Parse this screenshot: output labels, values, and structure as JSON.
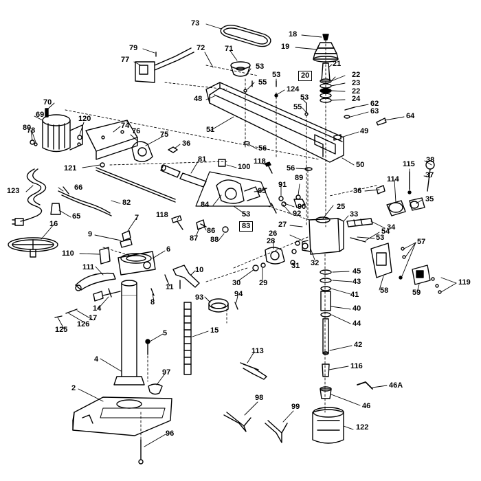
{
  "labels": [
    {
      "id": "p73",
      "text": "73"
    },
    {
      "id": "p18",
      "text": "18"
    },
    {
      "id": "p19",
      "text": "19"
    },
    {
      "id": "p79",
      "text": "79"
    },
    {
      "id": "p72",
      "text": "72"
    },
    {
      "id": "p71",
      "text": "71"
    },
    {
      "id": "p77",
      "text": "77"
    },
    {
      "id": "p53a",
      "text": "53"
    },
    {
      "id": "p55a",
      "text": "55"
    },
    {
      "id": "p53b",
      "text": "53"
    },
    {
      "id": "p21",
      "text": "21"
    },
    {
      "id": "p20",
      "text": "20"
    },
    {
      "id": "p22a",
      "text": "22"
    },
    {
      "id": "p23",
      "text": "23"
    },
    {
      "id": "p22b",
      "text": "22"
    },
    {
      "id": "p24",
      "text": "24"
    },
    {
      "id": "p124",
      "text": "124"
    },
    {
      "id": "p53c",
      "text": "53"
    },
    {
      "id": "p55b",
      "text": "55"
    },
    {
      "id": "p62",
      "text": "62"
    },
    {
      "id": "p63",
      "text": "63"
    },
    {
      "id": "p64",
      "text": "64"
    },
    {
      "id": "p70",
      "text": "70"
    },
    {
      "id": "p48",
      "text": "48"
    },
    {
      "id": "p69",
      "text": "69"
    },
    {
      "id": "p120",
      "text": "120"
    },
    {
      "id": "p51",
      "text": "51"
    },
    {
      "id": "p49",
      "text": "49"
    },
    {
      "id": "p78",
      "text": "78"
    },
    {
      "id": "p80",
      "text": "80"
    },
    {
      "id": "p74",
      "text": "74"
    },
    {
      "id": "p76",
      "text": "76"
    },
    {
      "id": "p75",
      "text": "75"
    },
    {
      "id": "p36a",
      "text": "36"
    },
    {
      "id": "p56a",
      "text": "56"
    },
    {
      "id": "p50",
      "text": "50"
    },
    {
      "id": "p38",
      "text": "38"
    },
    {
      "id": "p118a",
      "text": "118"
    },
    {
      "id": "p115",
      "text": "115"
    },
    {
      "id": "p121",
      "text": "121"
    },
    {
      "id": "p81",
      "text": "81"
    },
    {
      "id": "p100",
      "text": "100"
    },
    {
      "id": "p56b",
      "text": "56"
    },
    {
      "id": "p37",
      "text": "37"
    },
    {
      "id": "p89",
      "text": "89"
    },
    {
      "id": "p114",
      "text": "114"
    },
    {
      "id": "p66",
      "text": "66"
    },
    {
      "id": "p91",
      "text": "91"
    },
    {
      "id": "p36b",
      "text": "36"
    },
    {
      "id": "p123",
      "text": "123"
    },
    {
      "id": "p85",
      "text": "85"
    },
    {
      "id": "p35",
      "text": "35"
    },
    {
      "id": "p90",
      "text": "90"
    },
    {
      "id": "p82",
      "text": "82"
    },
    {
      "id": "p84",
      "text": "84"
    },
    {
      "id": "p25",
      "text": "25"
    },
    {
      "id": "p92",
      "text": "92"
    },
    {
      "id": "p65",
      "text": "65"
    },
    {
      "id": "p33",
      "text": "33"
    },
    {
      "id": "p7",
      "text": "7"
    },
    {
      "id": "p118b",
      "text": "118"
    },
    {
      "id": "p53d",
      "text": "53"
    },
    {
      "id": "p16",
      "text": "16"
    },
    {
      "id": "p83",
      "text": "83"
    },
    {
      "id": "p27",
      "text": "27"
    },
    {
      "id": "p34",
      "text": "34"
    },
    {
      "id": "p87",
      "text": "87"
    },
    {
      "id": "p86",
      "text": "86"
    },
    {
      "id": "p26",
      "text": "26"
    },
    {
      "id": "p54",
      "text": "54"
    },
    {
      "id": "p9",
      "text": "9"
    },
    {
      "id": "p88",
      "text": "88"
    },
    {
      "id": "p53e",
      "text": "53"
    },
    {
      "id": "p28",
      "text": "28"
    },
    {
      "id": "p57",
      "text": "57"
    },
    {
      "id": "p6",
      "text": "6"
    },
    {
      "id": "p110",
      "text": "110"
    },
    {
      "id": "p31",
      "text": "31"
    },
    {
      "id": "p32",
      "text": "32"
    },
    {
      "id": "p111",
      "text": "111"
    },
    {
      "id": "p45",
      "text": "45"
    },
    {
      "id": "p10",
      "text": "10"
    },
    {
      "id": "p30",
      "text": "30"
    },
    {
      "id": "p29",
      "text": "29"
    },
    {
      "id": "p43",
      "text": "43"
    },
    {
      "id": "p119",
      "text": "119"
    },
    {
      "id": "p11",
      "text": "11"
    },
    {
      "id": "p58",
      "text": "58"
    },
    {
      "id": "p41",
      "text": "41"
    },
    {
      "id": "p59",
      "text": "59"
    },
    {
      "id": "p8",
      "text": "8"
    },
    {
      "id": "p93",
      "text": "93"
    },
    {
      "id": "p94",
      "text": "94"
    },
    {
      "id": "p14",
      "text": "14"
    },
    {
      "id": "p40",
      "text": "40"
    },
    {
      "id": "p17",
      "text": "17"
    },
    {
      "id": "p126",
      "text": "126"
    },
    {
      "id": "p44",
      "text": "44"
    },
    {
      "id": "p125",
      "text": "125"
    },
    {
      "id": "p15",
      "text": "15"
    },
    {
      "id": "p5",
      "text": "5"
    },
    {
      "id": "p42",
      "text": "42"
    },
    {
      "id": "p4",
      "text": "4"
    },
    {
      "id": "p113",
      "text": "113"
    },
    {
      "id": "p116",
      "text": "116"
    },
    {
      "id": "p97",
      "text": "97"
    },
    {
      "id": "p46A",
      "text": "46A"
    },
    {
      "id": "p2",
      "text": "2"
    },
    {
      "id": "p46",
      "text": "46"
    },
    {
      "id": "p98",
      "text": "98"
    },
    {
      "id": "p99",
      "text": "99"
    },
    {
      "id": "p122",
      "text": "122"
    },
    {
      "id": "p96",
      "text": "96"
    }
  ]
}
